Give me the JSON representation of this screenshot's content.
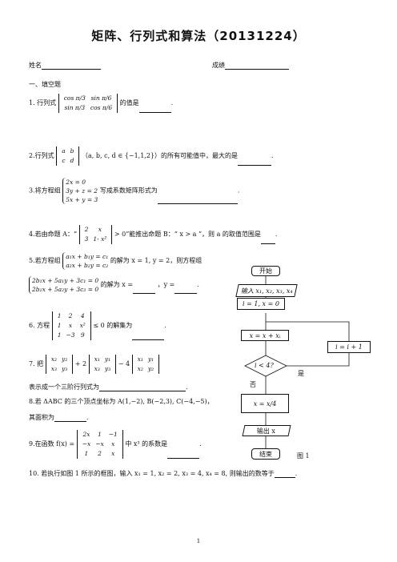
{
  "title": "矩阵、行列式和算法（20131224）",
  "header": {
    "name_label": "姓名",
    "score_label": "成绩"
  },
  "section1": "一、填空题",
  "q1": {
    "prefix": "1. 行列式",
    "suffix": "的值是",
    "cells": [
      "cos π/3",
      "sin π/6",
      "sin π/3",
      "cos π/6"
    ]
  },
  "q2": {
    "prefix": "2.行列式",
    "cells": [
      "a",
      "b",
      "c",
      "d"
    ],
    "cond": "（a, b, c, d ∈ {−1,1,2}）的所有可能值中，最大的是"
  },
  "q3": {
    "prefix": "3.将方程组",
    "rows": [
      "2x = 0",
      "3y + z = 2",
      "5x + y = 3"
    ],
    "suffix": "写成系数矩阵形式为"
  },
  "q4": {
    "text_a": "4.若由命题 A：“",
    "cells": [
      "2",
      "x",
      "3",
      "1- x²"
    ],
    "text_b": "> 0”能推出命题 B：“ x > a ”，则 a 的取值范围是"
  },
  "q5": {
    "prefix": "5.若方程组",
    "rows1": [
      "a₁x + b₁y = c₁",
      "a₂x + b₂y = c₂"
    ],
    "mid": "的解为 x = 1, y = 2，则方程组",
    "rows2": [
      "2b₁x + 5a₁y + 3c₁ = 0",
      "2b₂x + 5a₂y + 3c₂ = 0"
    ],
    "sol": "的解为 x =",
    "sol_y": "，y ="
  },
  "q6": {
    "prefix": "6. 方程",
    "cells": [
      "1",
      "2",
      "4",
      "1",
      "x",
      "x²",
      "1",
      "−3",
      "9"
    ],
    "suffix": "≤ 0 的解集为"
  },
  "q7": {
    "prefix": "7. 把",
    "det1": [
      "x₂",
      "y₂",
      "x₃",
      "y₃"
    ],
    "op1": "+ 2",
    "det2": [
      "x₁",
      "y₁",
      "x₃",
      "y₃"
    ],
    "op2": "− 4",
    "det3": [
      "x₁",
      "y₁",
      "x₂",
      "y₂"
    ],
    "line2": "表示成一个三阶行列式为"
  },
  "q8": {
    "text": "8.若 ΔABC 的三个顶点坐标为 A(1,−2), B(−2,3), C(−4,−5)，",
    "line2": "其面积为"
  },
  "q9": {
    "prefix": "9.在函数 f(x) =",
    "cells": [
      "2x",
      "1",
      "−1",
      "−x",
      "−x",
      "x",
      "1",
      "2",
      "x"
    ],
    "suffix": "中 x³ 的系数是"
  },
  "q10": {
    "text": "10. 若执行如图 1 所示的框图，输入 x₁ = 1, x₂ = 2, x₃ = 4, x₄ = 8, 则输出的数等于"
  },
  "flowchart": {
    "start": "开始",
    "input": "输入 x₁, x₂, x₃, x₄",
    "init": "i = 1, x = 0",
    "assign": "x = x + xᵢ",
    "loop": "i = i + 1",
    "cond": "i < 4?",
    "yes": "是",
    "no": "否",
    "divide": "x = x/4",
    "output": "输出 x",
    "end": "结束",
    "caption": "图 1"
  },
  "page_number": "1"
}
